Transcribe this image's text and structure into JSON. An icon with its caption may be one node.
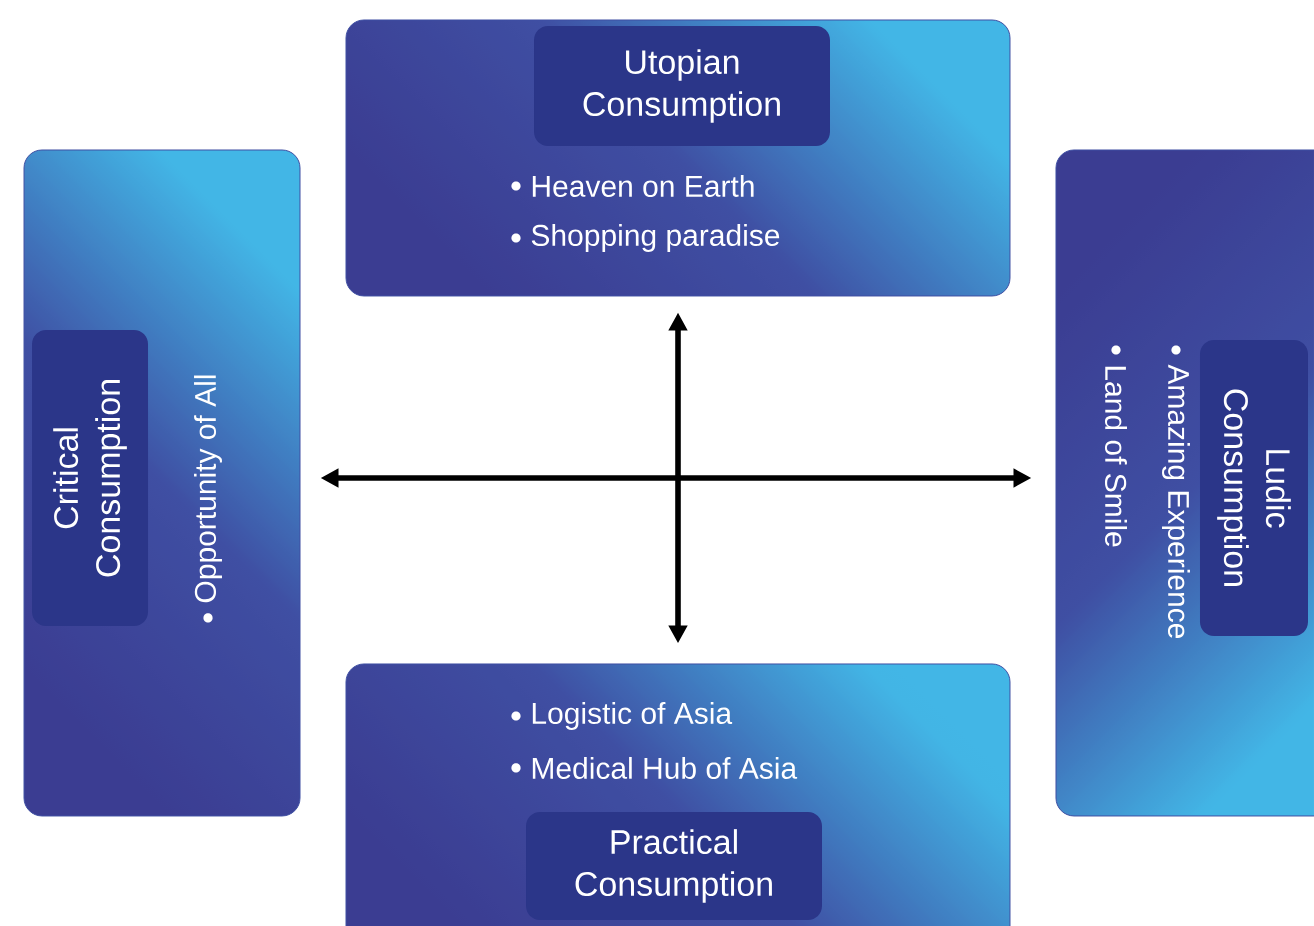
{
  "diagram": {
    "nodes": [
      {
        "text": [
          "Heaven on Earth",
          "Shopping paradise"
        ]
      },
      {
        "text": [
          "Utopian Consumption"
        ],
        "in": 0
      },
      {
        "text": [
          "Opportunity of All"
        ]
      },
      {
        "text": [
          "Critical Consumption"
        ],
        "in": 2
      },
      {
        "text": [
          "Amazing Experience",
          "Land of Smile"
        ]
      },
      {
        "text": [
          "Ludic Consumption"
        ],
        "in": 4
      },
      {
        "text": [
          "Logistic of Asia",
          "Medical Hub of Asia"
        ]
      },
      {
        "text": [
          "Practical Consumption"
        ],
        "in": 6
      }
    ],
    "edges": [
      {
        "from": 2,
        "to": 4,
        "arrow": "both"
      },
      {
        "from": 0,
        "to": 6,
        "arrow": "both"
      }
    ]
  }
}
